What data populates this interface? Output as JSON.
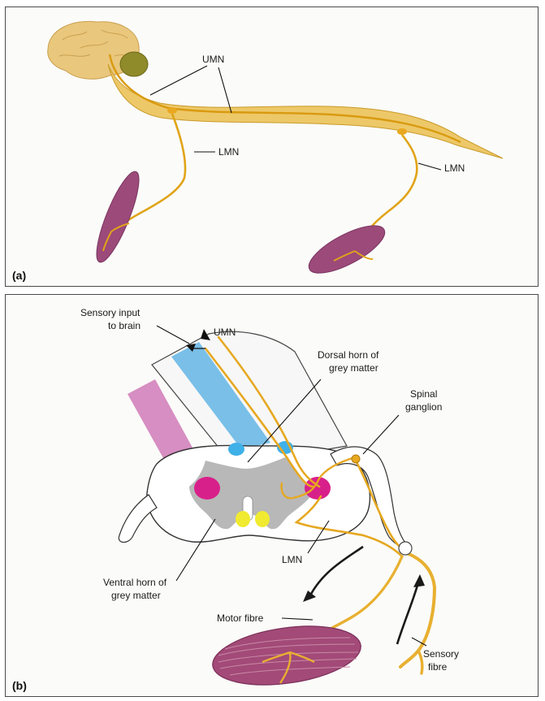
{
  "panel_a": {
    "label": "(a)",
    "labels": {
      "umn": "UMN",
      "lmn_upper": "LMN",
      "lmn_lower": "LMN"
    }
  },
  "panel_b": {
    "label": "(b)",
    "labels": {
      "sensory_input_1": "Sensory input",
      "sensory_input_2": "to brain",
      "umn": "UMN",
      "dorsal_horn_1": "Dorsal horn of",
      "dorsal_horn_2": "grey matter",
      "spinal_ganglion_1": "Spinal",
      "spinal_ganglion_2": "ganglion",
      "lmn": "LMN",
      "ventral_horn_1": "Ventral horn of",
      "ventral_horn_2": "grey matter",
      "motor_fibre": "Motor fibre",
      "sensory_fibre_1": "Sensory",
      "sensory_fibre_2": "fibre"
    }
  },
  "colors": {
    "nerve": "#e8b030",
    "nerve_dark": "#c88a10",
    "brain": "#e9c77c",
    "cerebellum": "#8f8a2a",
    "muscle": "#9c4a7a",
    "grey_matter": "#b8b8b8",
    "tract_blue": "#6ab8e6",
    "tract_pink": "#d07ab8",
    "magenta": "#d8208a",
    "yellow": "#f0ea30"
  }
}
